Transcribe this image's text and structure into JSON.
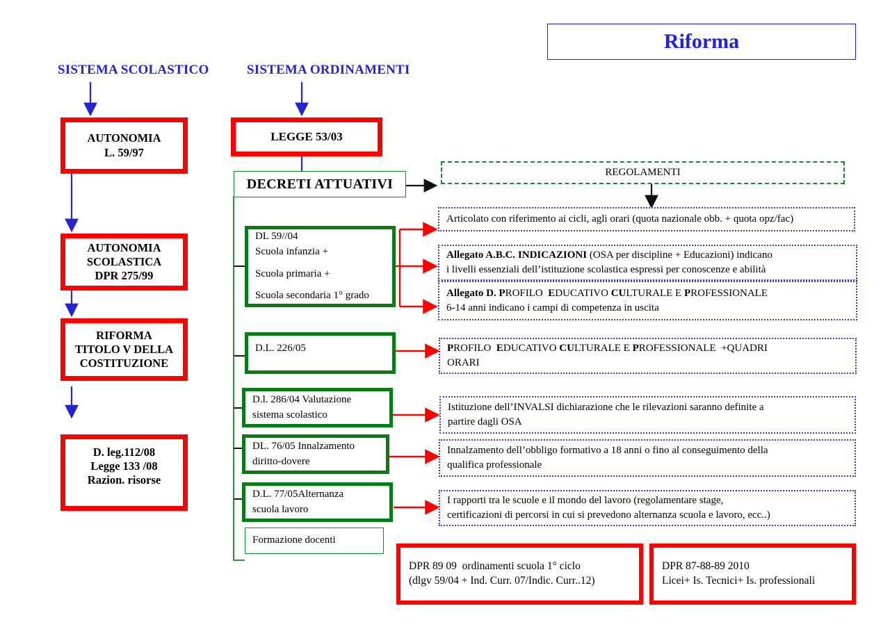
{
  "title": {
    "label": "Riforma"
  },
  "columns": {
    "left_heading": "SISTEMA SCOLASTICO",
    "middle_heading": "SISTEMA ORDINAMENTI"
  },
  "left_chain": [
    {
      "lines": [
        "AUTONOMIA",
        "L. 59/97"
      ]
    },
    {
      "lines": [
        "AUTONOMIA",
        "SCOLASTICA",
        "DPR 275/99"
      ]
    },
    {
      "lines": [
        "RIFORMA",
        "TITOLO V DELLA",
        "COSTITUZIONE"
      ]
    },
    {
      "lines": [
        "D. leg.112/08",
        "Legge 133 /08",
        "Razion. risorse"
      ]
    }
  ],
  "middle": {
    "legge": "LEGGE 53/03",
    "decreti": "DECRETI ATTUATIVI",
    "decrees": [
      {
        "lines": [
          "DL  59//04",
          "Scuola infanzia +",
          "",
          "Scuola primaria +",
          "",
          "Scuola secondaria 1° grado"
        ]
      },
      {
        "lines": [
          "D.L.  226/05"
        ]
      },
      {
        "lines": [
          "D.l.  286/04 Valutazione",
          "sistema scolastico"
        ]
      },
      {
        "lines": [
          "DL.  76/05 Innalzamento",
          "diritto-dovere"
        ]
      },
      {
        "lines": [
          "D.L.   77/05Alternanza",
          "scuola lavoro"
        ]
      },
      {
        "lines": [
          "Formazione docenti"
        ]
      }
    ]
  },
  "regolamenti": {
    "label": "REGOLAMENTI"
  },
  "right_boxes": [
    {
      "id": "articolato",
      "html": "Articolato con riferimento ai cicli, agli orari (quota nazionale obb. + quota opz/fac)"
    },
    {
      "id": "allegato-abc",
      "html": "<b>Allegato A.B.C. INDICAZIONI</b> (OSA per discipline + Educazioni) indicano<br>i livelli essenziali dell’istituzione scolastica espressi per conoscenze e abilità"
    },
    {
      "id": "allegato-d",
      "html": "<b>Allegato D. P</b>ROFILO&nbsp; <b>E</b>DUCATIVO <b>CU</b>LTURALE E <b>P</b>ROFESSIONALE<br>6-14 anni indicano i campi di competenza in uscita"
    },
    {
      "id": "profilo-quadri",
      "html": "<b>P</b>ROFILO&nbsp; <b>E</b>DUCATIVO <b>CU</b>LTURALE E <b>P</b>ROFESSIONALE&nbsp; +QUADRI<br>ORARI"
    },
    {
      "id": "invalsi",
      "html": "Istituzione dell’INVALSI dichiarazione che le rilevazioni saranno definite a<br>partire dagli OSA"
    },
    {
      "id": "obbligo",
      "html": "Innalzamento dell’obbligo formativo a 18 anni o fino al conseguimento della<br>qualifica professionale"
    },
    {
      "id": "rapporti",
      "html": "I rapporti tra le scuole e il mondo del lavoro (regolamentare stage,<br>certificazioni di percorsi in cui si prevedono alternanza scuola e lavoro, ecc..)"
    }
  ],
  "bottom_boxes": [
    {
      "id": "dpr-89-09",
      "html": "DPR 89 09&nbsp; ordinamenti scuola 1° ciclo<br>(dlgv 59/04 + Ind. Curr. 07/Indic. Curr..12)"
    },
    {
      "id": "dpr-87-88-89",
      "html": "DPR 87-88-89 2010<br>Licei+ Is. Tecnici+ Is. professionali"
    }
  ],
  "colors": {
    "blue": "#2323d8",
    "red": "#fe0000",
    "green_thick": "#0a7a17",
    "green_thin": "#0e8a22",
    "dotted_blue": "#3a3ad0",
    "black": "#000000"
  }
}
